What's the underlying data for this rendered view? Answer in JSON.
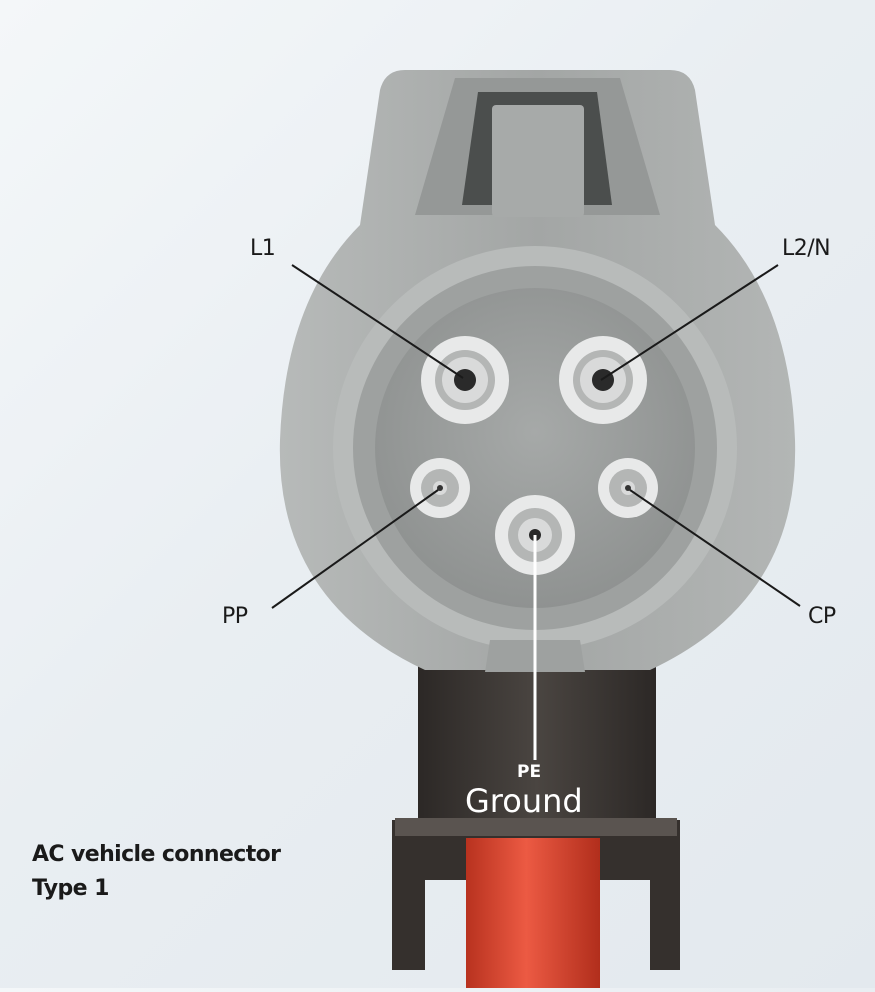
{
  "pins": {
    "l1": "L1",
    "l2n": "L2/N",
    "pp": "PP",
    "cp": "CP",
    "pe": "PE"
  },
  "ground_label": "Ground",
  "caption": {
    "line1": "AC vehicle connector",
    "line2": "Type 1"
  },
  "colors": {
    "housing": "#a9acab",
    "face": "#999c9b",
    "pin_ring": "#e8e9e9",
    "handle": "#3b3633",
    "cable": "#d9432f",
    "leader": "#1a1a1a"
  }
}
